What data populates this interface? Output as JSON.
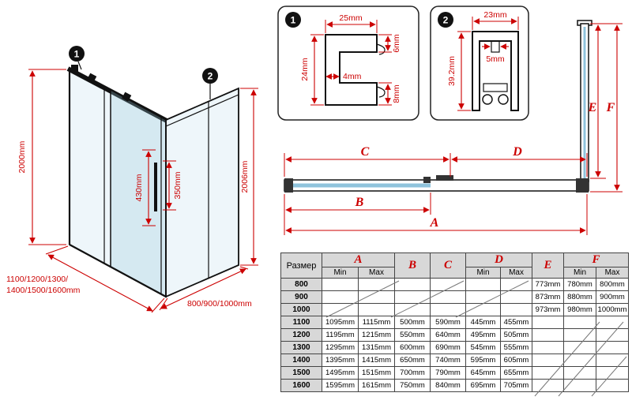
{
  "colors": {
    "dim_red": "#cc0000",
    "glass_blue": "#8fc3dc",
    "table_header_bg": "#d8d8d8"
  },
  "iso": {
    "callout1": "1",
    "callout2": "2",
    "height_left": "2000mm",
    "height_right": "2006mm",
    "handle_dim_left": "430mm",
    "handle_dim_right": "350mm",
    "width_label_line1": "1100/1200/1300/",
    "width_label_line2": "1400/1500/1600mm",
    "depth_label": "800/900/1000mm"
  },
  "detail1": {
    "badge": "1",
    "dim_top": "25mm",
    "dim_left": "24mm",
    "dim_right_top": "6mm",
    "dim_wall": "4mm",
    "dim_right_bottom": "8mm"
  },
  "detail2": {
    "badge": "2",
    "dim_top": "23mm",
    "dim_inner": "5mm",
    "dim_left": "39.2mm"
  },
  "top_view": {
    "label_a": "A",
    "label_b": "B",
    "label_c": "C",
    "label_d": "D",
    "label_e": "E",
    "label_f": "F"
  },
  "table": {
    "size_header": "Размер",
    "min_label": "Min",
    "max_label": "Max",
    "col_a": "A",
    "col_b": "B",
    "col_c": "C",
    "col_d": "D",
    "col_e": "E",
    "col_f": "F",
    "rows": [
      [
        "800",
        "",
        "",
        "",
        "",
        "",
        "",
        "773mm",
        "780mm",
        "800mm"
      ],
      [
        "900",
        "",
        "",
        "",
        "",
        "",
        "",
        "873mm",
        "880mm",
        "900mm"
      ],
      [
        "1000",
        "",
        "",
        "",
        "",
        "",
        "",
        "973mm",
        "980mm",
        "1000mm"
      ],
      [
        "1100",
        "1095mm",
        "1115mm",
        "500mm",
        "590mm",
        "445mm",
        "455mm",
        "",
        "",
        ""
      ],
      [
        "1200",
        "1195mm",
        "1215mm",
        "550mm",
        "640mm",
        "495mm",
        "505mm",
        "",
        "",
        ""
      ],
      [
        "1300",
        "1295mm",
        "1315mm",
        "600mm",
        "690mm",
        "545mm",
        "555mm",
        "",
        "",
        ""
      ],
      [
        "1400",
        "1395mm",
        "1415mm",
        "650mm",
        "740mm",
        "595mm",
        "605mm",
        "",
        "",
        ""
      ],
      [
        "1500",
        "1495mm",
        "1515mm",
        "700mm",
        "790mm",
        "645mm",
        "655mm",
        "",
        "",
        ""
      ],
      [
        "1600",
        "1595mm",
        "1615mm",
        "750mm",
        "840mm",
        "695mm",
        "705mm",
        "",
        "",
        ""
      ]
    ]
  }
}
